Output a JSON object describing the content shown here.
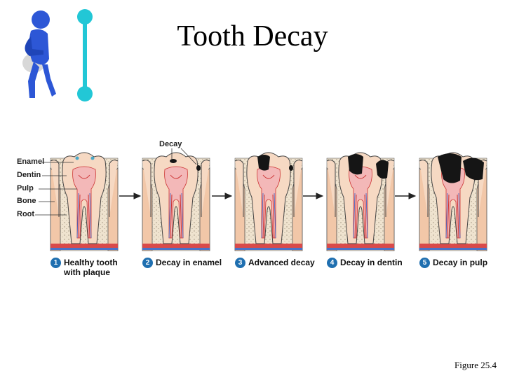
{
  "title": "Tooth Decay",
  "figure_label": "Figure 25.4",
  "diagram": {
    "anatomy_labels": [
      "Enamel",
      "Dentin",
      "Pulp",
      "Bone",
      "Root"
    ],
    "decay_label": "Decay",
    "stages": [
      {
        "number": "1",
        "line1": "Healthy tooth",
        "line2": "with plaque"
      },
      {
        "number": "2",
        "line1": "Decay in enamel",
        "line2": ""
      },
      {
        "number": "3",
        "line1": "Advanced decay",
        "line2": ""
      },
      {
        "number": "4",
        "line1": "Decay in dentin",
        "line2": ""
      },
      {
        "number": "5",
        "line1": "Decay in pulp",
        "line2": ""
      }
    ]
  },
  "colors": {
    "accent": "#22c7d6",
    "person": "#2d57d6",
    "stage_number": "#1f6fb0",
    "gum": "#f2c7a8",
    "bone": "#efe3cf",
    "decay": "#151515"
  }
}
